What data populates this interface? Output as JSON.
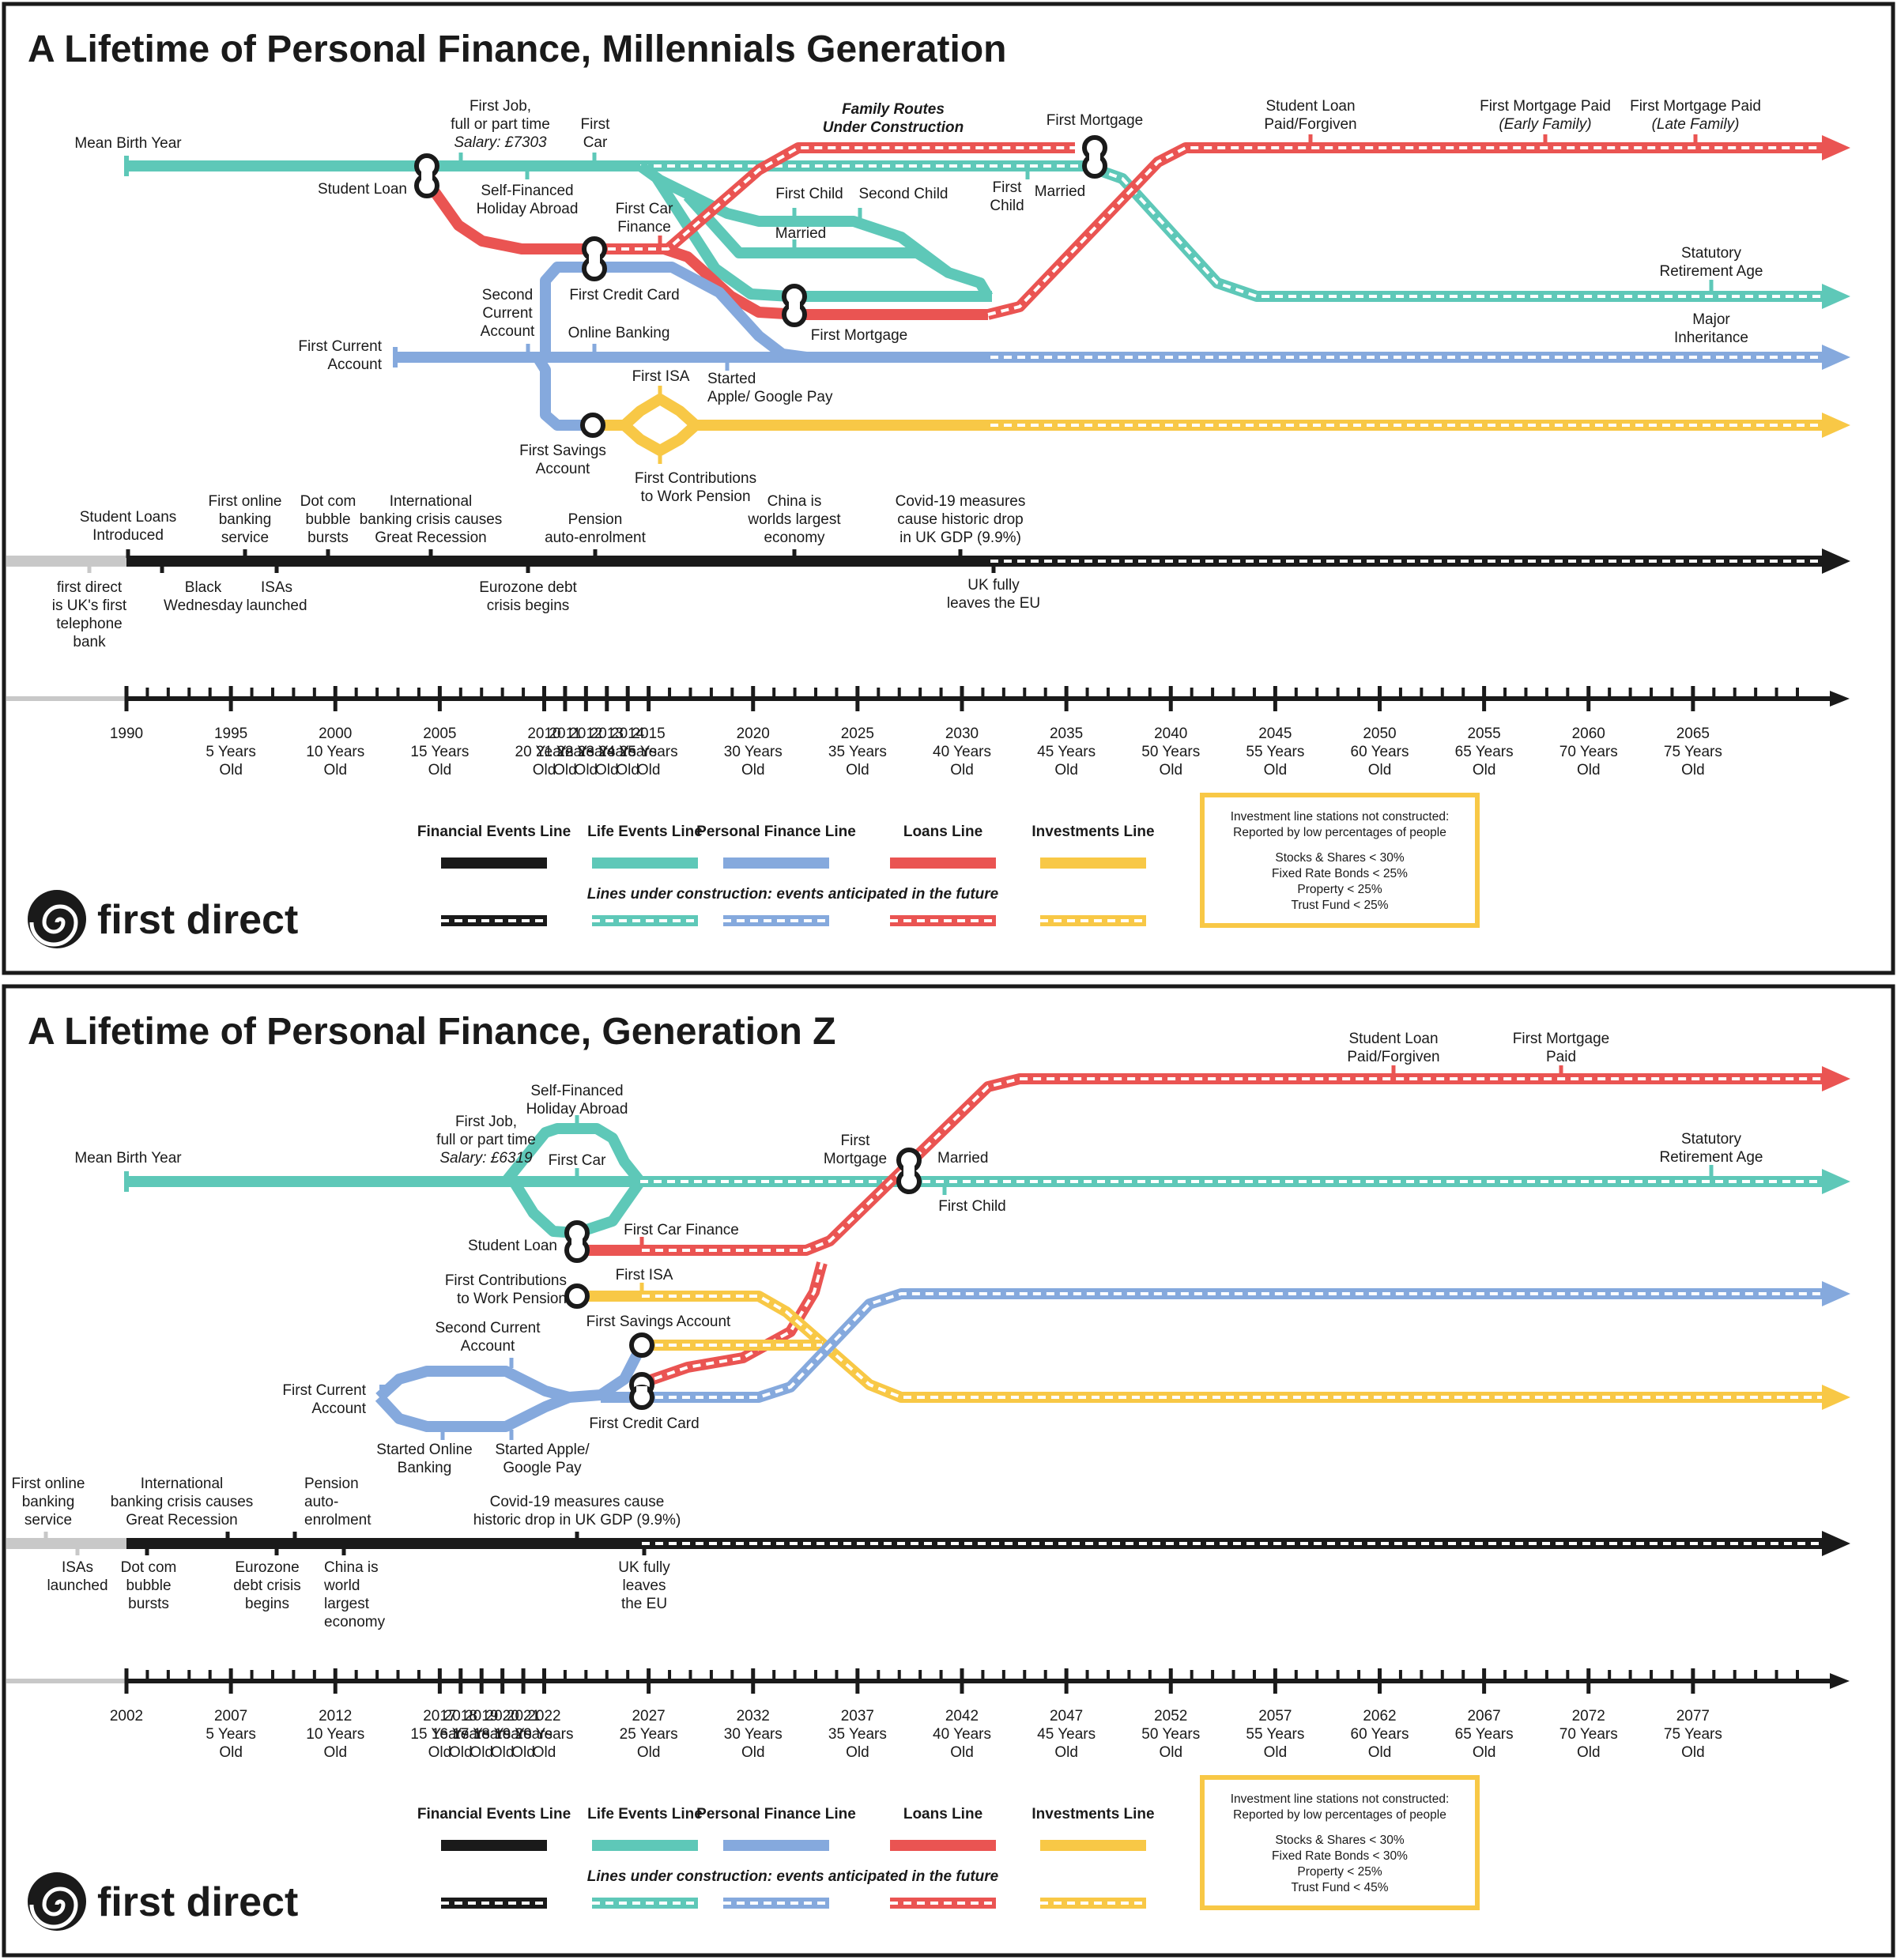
{
  "colors": {
    "financial": "#1a1a1a",
    "life": "#5ec8b8",
    "personal": "#85a9dd",
    "loans": "#ea5452",
    "investments": "#f8c846",
    "box_border": "#f8c846",
    "pre_line": "#c8c8c8"
  },
  "legend": {
    "financial": "Financial Events Line",
    "life": "Life Events Line",
    "personal": "Personal Finance Line",
    "loans": "Loans Line",
    "investments": "Investments Line",
    "under_construction": "Lines under construction: events anticipated in the future"
  },
  "logo_text": "first direct",
  "panels": [
    {
      "title": "A Lifetime of Personal Finance, Millennials Generation",
      "labels": {
        "mean_birth_year": "Mean Birth Year",
        "first_job_1": "First Job,",
        "first_job_2": "full or part time",
        "first_job_salary": "Salary: £7303",
        "first_car_1": "First",
        "first_car_2": "Car",
        "family_routes_1": "Family Routes",
        "family_routes_2": "Under Construction",
        "first_mortgage_top": "First Mortgage",
        "student_loan_paid_1": "Student Loan",
        "student_loan_paid_2": "Paid/Forgiven",
        "fm_paid_early_1": "First Mortgage Paid",
        "fm_paid_early_2": "(Early Family)",
        "fm_paid_late_1": "First Mortgage Paid",
        "fm_paid_late_2": "(Late Family)",
        "student_loan": "Student Loan",
        "self_fin_1": "Self-Financed",
        "self_fin_2": "Holiday Abroad",
        "first_car_fin_1": "First Car",
        "first_car_fin_2": "Finance",
        "first_child": "First Child",
        "second_child": "Second Child",
        "married": "Married",
        "first_child_b_1": "First",
        "first_child_b_2": "Child",
        "married_b": "Married",
        "statutory_1": "Statutory",
        "statutory_2": "Retirement Age",
        "second_current_1": "Second",
        "second_current_2": "Current",
        "second_current_3": "Account",
        "first_credit_card": "First Credit Card",
        "first_mortgage_low": "First Mortgage",
        "major_inh_1": "Major",
        "major_inh_2": "Inheritance",
        "first_current_1": "First Current",
        "first_current_2": "Account",
        "online_banking": "Online Banking",
        "first_isa": "First ISA",
        "started_pay_1": "Started",
        "started_pay_2": "Apple/ Google Pay",
        "first_savings_1": "First Savings",
        "first_savings_2": "Account",
        "first_contrib_1": "First Contributions",
        "first_contrib_2": "to Work Pension"
      },
      "events_above": [
        [
          "Student Loans",
          "Introduced"
        ],
        [
          "First online",
          "banking",
          "service"
        ],
        [
          "Dot com",
          "bubble",
          "bursts"
        ],
        [
          "International",
          "banking crisis causes",
          "Great Recession"
        ],
        [
          "Pension",
          "auto-enrolment"
        ],
        [
          "China is",
          "worlds largest",
          "economy"
        ],
        [
          "Covid-19 measures",
          "cause historic drop",
          "in UK GDP (9.9%)"
        ]
      ],
      "events_below": [
        [
          "first direct",
          "is UK's first",
          "telephone",
          "bank"
        ],
        [
          "Black",
          "Wednesday"
        ],
        [
          "ISAs",
          "launched"
        ],
        [
          "Eurozone debt",
          "crisis begins"
        ],
        [
          "UK fully",
          "leaves the EU"
        ]
      ],
      "axis_labels": [
        [
          "1990"
        ],
        [
          "1995",
          "5 Years",
          "Old"
        ],
        [
          "2000",
          "10 Years",
          "Old"
        ],
        [
          "2005",
          "15 Years",
          "Old"
        ],
        [
          "2010",
          "20 Years",
          "Old"
        ],
        [
          "2011",
          "21 Years",
          "Old"
        ],
        [
          "2012",
          "22 Years",
          "Old"
        ],
        [
          "2013",
          "23 Years",
          "Old"
        ],
        [
          "2014",
          "24 Years",
          "Old"
        ],
        [
          "2015",
          "25 Years",
          "Old"
        ],
        [
          "2020",
          "30 Years",
          "Old"
        ],
        [
          "2025",
          "35 Years",
          "Old"
        ],
        [
          "2030",
          "40 Years",
          "Old"
        ],
        [
          "2035",
          "45 Years",
          "Old"
        ],
        [
          "2040",
          "50 Years",
          "Old"
        ],
        [
          "2045",
          "55 Years",
          "Old"
        ],
        [
          "2050",
          "60 Years",
          "Old"
        ],
        [
          "2055",
          "65 Years",
          "Old"
        ],
        [
          "2060",
          "70 Years",
          "Old"
        ],
        [
          "2065",
          "75 Years",
          "Old"
        ]
      ],
      "box": [
        "Investment line stations not constructed:",
        "Reported by low percentages of people",
        "Stocks & Shares < 30%",
        "Fixed Rate Bonds < 25%",
        "Property < 25%",
        "Trust Fund < 25%"
      ]
    },
    {
      "title": "A Lifetime of Personal Finance, Generation Z",
      "labels": {
        "student_loan_paid_1": "Student Loan",
        "student_loan_paid_2": "Paid/Forgiven",
        "fm_paid_1": "First Mortgage",
        "fm_paid_2": "Paid",
        "self_fin_1": "Self-Financed",
        "self_fin_2": "Holiday Abroad",
        "first_job_1": "First Job,",
        "first_job_2": "full or part time",
        "first_job_salary": "Salary: £6319",
        "first_car": "First Car",
        "mean_birth_year": "Mean Birth Year",
        "first_mortgage_1": "First",
        "first_mortgage_2": "Mortgage",
        "married": "Married",
        "first_child": "First Child",
        "statutory_1": "Statutory",
        "statutory_2": "Retirement Age",
        "student_loan": "Student Loan",
        "first_car_fin": "First Car Finance",
        "first_contrib_1": "First Contributions",
        "first_contrib_2": "to Work Pension",
        "first_isa": "First ISA",
        "second_current_1": "Second Current",
        "second_current_2": "Account",
        "first_savings": "First Savings Account",
        "first_current_1": "First Current",
        "first_current_2": "Account",
        "first_credit_card": "First Credit Card",
        "started_online_1": "Started Online",
        "started_online_2": "Banking",
        "started_pay_1": "Started Apple/",
        "started_pay_2": "Google Pay"
      },
      "events_above": [
        [
          "First online",
          "banking",
          "service"
        ],
        [
          "International",
          "banking crisis causes",
          "Great Recession"
        ],
        [
          "Pension",
          "auto-",
          "enrolment"
        ],
        [
          "Covid-19 measures cause",
          "historic drop in UK GDP (9.9%)"
        ]
      ],
      "events_below": [
        [
          "ISAs",
          "launched"
        ],
        [
          "Dot com",
          "bubble",
          "bursts"
        ],
        [
          "Eurozone",
          "debt crisis",
          "begins"
        ],
        [
          "China is",
          "world",
          "largest",
          "economy"
        ],
        [
          "UK fully",
          "leaves",
          "the EU"
        ]
      ],
      "axis_labels": [
        [
          "2002"
        ],
        [
          "2007",
          "5 Years",
          "Old"
        ],
        [
          "2012",
          "10 Years",
          "Old"
        ],
        [
          "2017",
          "15 Years",
          "Old"
        ],
        [
          "2018",
          "16 Years",
          "Old"
        ],
        [
          "2019",
          "17 Years",
          "Old"
        ],
        [
          "2020",
          "18 Years",
          "Old"
        ],
        [
          "2021",
          "19 Years",
          "Old"
        ],
        [
          "2022",
          "20 Years",
          "Old"
        ],
        [
          "2027",
          "25 Years",
          "Old"
        ],
        [
          "2032",
          "30 Years",
          "Old"
        ],
        [
          "2037",
          "35 Years",
          "Old"
        ],
        [
          "2042",
          "40 Years",
          "Old"
        ],
        [
          "2047",
          "45 Years",
          "Old"
        ],
        [
          "2052",
          "50 Years",
          "Old"
        ],
        [
          "2057",
          "55 Years",
          "Old"
        ],
        [
          "2062",
          "60 Years",
          "Old"
        ],
        [
          "2067",
          "65 Years",
          "Old"
        ],
        [
          "2072",
          "70 Years",
          "Old"
        ],
        [
          "2077",
          "75 Years",
          "Old"
        ]
      ],
      "box": [
        "Investment line stations not constructed:",
        "Reported by low percentages of people",
        "Stocks & Shares < 30%",
        "Fixed Rate Bonds < 30%",
        "Property < 25%",
        "Trust Fund < 45%"
      ]
    }
  ]
}
